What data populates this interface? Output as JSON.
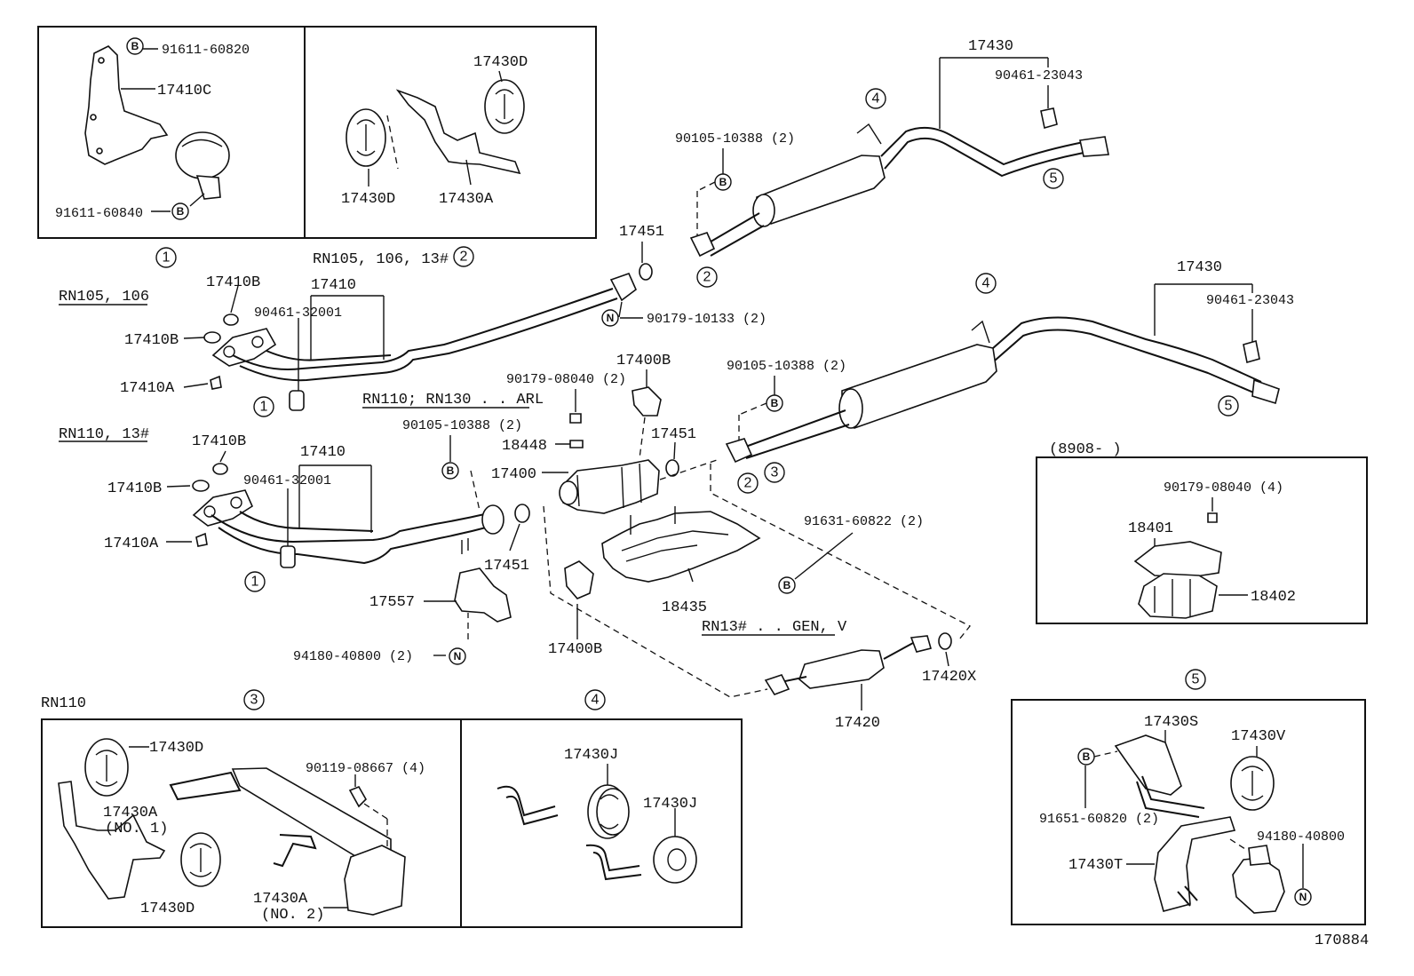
{
  "diagram_id": "170884",
  "boxes": {
    "box1": {
      "callout": "1",
      "parts": [
        "91611-60820",
        "17410C",
        "91611-60840"
      ],
      "fastener_tags": [
        "B",
        "B"
      ]
    },
    "box2": {
      "callout": "2",
      "parts": [
        "17430D",
        "17430D",
        "17430A"
      ],
      "caption": "RN105, 106, 13#"
    },
    "box3": {
      "callout": "3",
      "heading": "RN110",
      "parts": [
        "17430D",
        "17430A",
        "(NO. 1)",
        "17430D",
        "90119-08667 (4)",
        "17430A",
        "(NO. 2)"
      ]
    },
    "box4": {
      "callout": "4",
      "parts": [
        "17430J",
        "17430J"
      ]
    },
    "box5": {
      "callout": "5",
      "parts": [
        "17430S",
        "17430V",
        "91651-60820 (2)",
        "94180-40800",
        "17430T"
      ],
      "fastener_tags": [
        "B",
        "N"
      ]
    },
    "box_8908": {
      "heading": "(8908-        )",
      "parts": [
        "90179-08040 (4)",
        "18401",
        "18402"
      ]
    }
  },
  "main": {
    "variant_rn105": {
      "heading": "RN105, 106",
      "labels": [
        "17410B",
        "17410",
        "90461-32001",
        "17410B",
        "17410A",
        "1",
        "17451",
        "N",
        "90179-10133 (2)"
      ]
    },
    "variant_rn110": {
      "heading": "RN110, 13#",
      "labels": [
        "17410B",
        "17410",
        "17410B",
        "90461-32001",
        "17410A",
        "1",
        "17451",
        "17557",
        "94180-40800 (2)",
        "N"
      ]
    },
    "center": {
      "labels": [
        "RN110; RN130 . . ARL",
        "90179-08040 (2)",
        "17400B",
        "90105-10388 (2)",
        "B",
        "18448",
        "17451",
        "17400",
        "17400B",
        "18435",
        "91631-60822 (2)",
        "B",
        "RN13# . . GEN, V",
        "17420",
        "17420X"
      ]
    },
    "upper_tail": {
      "labels": [
        "17430",
        "90461-23043",
        "4",
        "5",
        "90105-10388 (2)",
        "B",
        "2"
      ]
    },
    "lower_tail": {
      "labels": [
        "17430",
        "90461-23043",
        "4",
        "5",
        "90105-10388 (2)",
        "B",
        "2",
        "3"
      ]
    }
  }
}
